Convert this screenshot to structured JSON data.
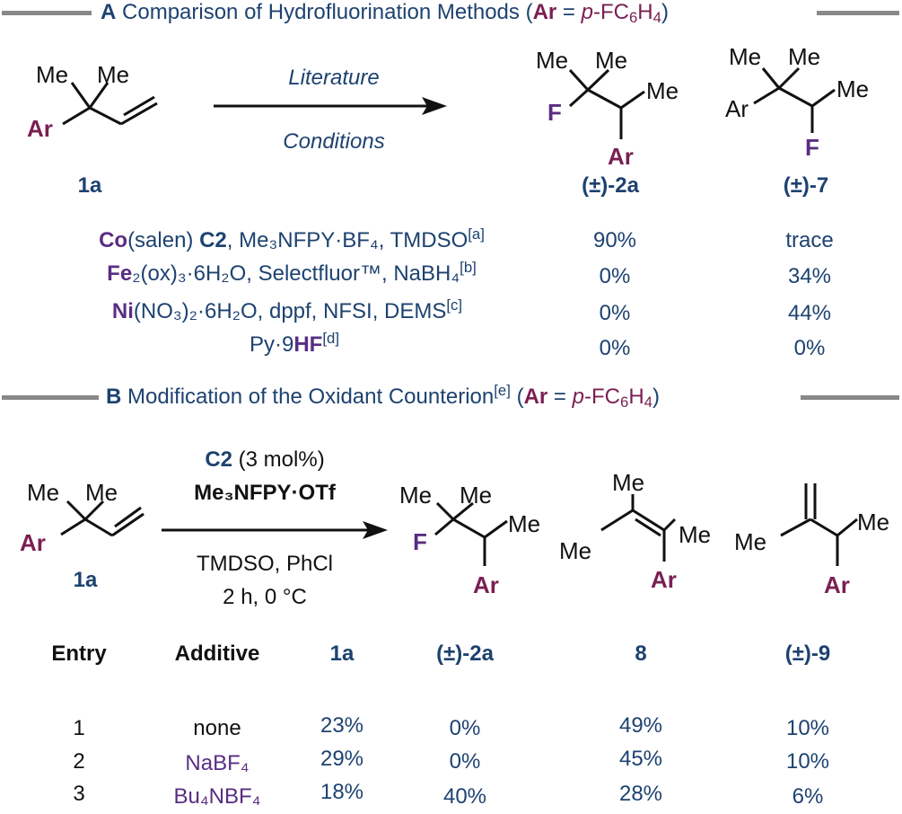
{
  "section_a": {
    "letter": "A",
    "title": "Comparison of Hydrofluorination Methods",
    "ar_label": "Ar",
    "ar_eq": " = ",
    "ar_p": "p",
    "ar_formula": "-FC",
    "ar_sub6": "6",
    "ar_h": "H",
    "ar_sub4": "4",
    "open_paren": "(",
    "close_paren": ")",
    "arrow_top": "Literature",
    "arrow_bottom": "Conditions",
    "sm_label": "1a",
    "product1_label": "(±)-2a",
    "product2_label": "(±)-7",
    "conditions": [
      {
        "metal": "Co",
        "text": "(salen) ",
        "cat": "C2",
        "rest": ", Me₃NFPY·BF₄, TMDSO",
        "ref": "[a]",
        "y2a": "90%",
        "y7": "trace"
      },
      {
        "metal": "Fe",
        "text": "₂(ox)₃·6H₂O, Selectfluor",
        "cat": "",
        "rest": "™, NaBH₄",
        "ref": "[b]",
        "y2a": "0%",
        "y7": "34%"
      },
      {
        "metal": "Ni",
        "text": "(NO₃)₂·6H₂O, dppf, NFSI, DEMS",
        "cat": "",
        "rest": "",
        "ref": "[c]",
        "y2a": "0%",
        "y7": "44%"
      },
      {
        "metal": "",
        "text": "Py·9",
        "cat": "HF",
        "rest": "",
        "ref": "[d]",
        "y2a": "0%",
        "y7": "0%"
      }
    ]
  },
  "section_b": {
    "letter": "B",
    "title": "Modification of the Oxidant Counterion",
    "title_ref": "[e]",
    "cond_cat": "C2",
    "cond_cat_load": " (3 mol%)",
    "cond_oxidant": "Me₃NFPY·OTf",
    "cond_solvent": "TMDSO, PhCl",
    "cond_time": "2 h, 0 °C",
    "sm_label": "1a",
    "headers": [
      "Entry",
      "Additive",
      "1a",
      "(±)-2a",
      "8",
      "(±)-9"
    ],
    "rows": [
      {
        "entry": "1",
        "additive": "none",
        "y1a": "23%",
        "y2a": "0%",
        "y8": "49%",
        "y9": "10%"
      },
      {
        "entry": "2",
        "additive": "NaBF₄",
        "y1a": "29%",
        "y2a": "0%",
        "y8": "45%",
        "y9": "10%"
      },
      {
        "entry": "3",
        "additive": "Bu₄NBF₄",
        "y1a": "18%",
        "y2a": "40%",
        "y8": "28%",
        "y9": "6%"
      }
    ]
  },
  "atoms": {
    "me": "Me",
    "ar": "Ar",
    "f": "F"
  },
  "colors": {
    "navy": "#1d4270",
    "purple": "#5a2d82",
    "maroon": "#7a1f52",
    "bar": "#888888"
  }
}
